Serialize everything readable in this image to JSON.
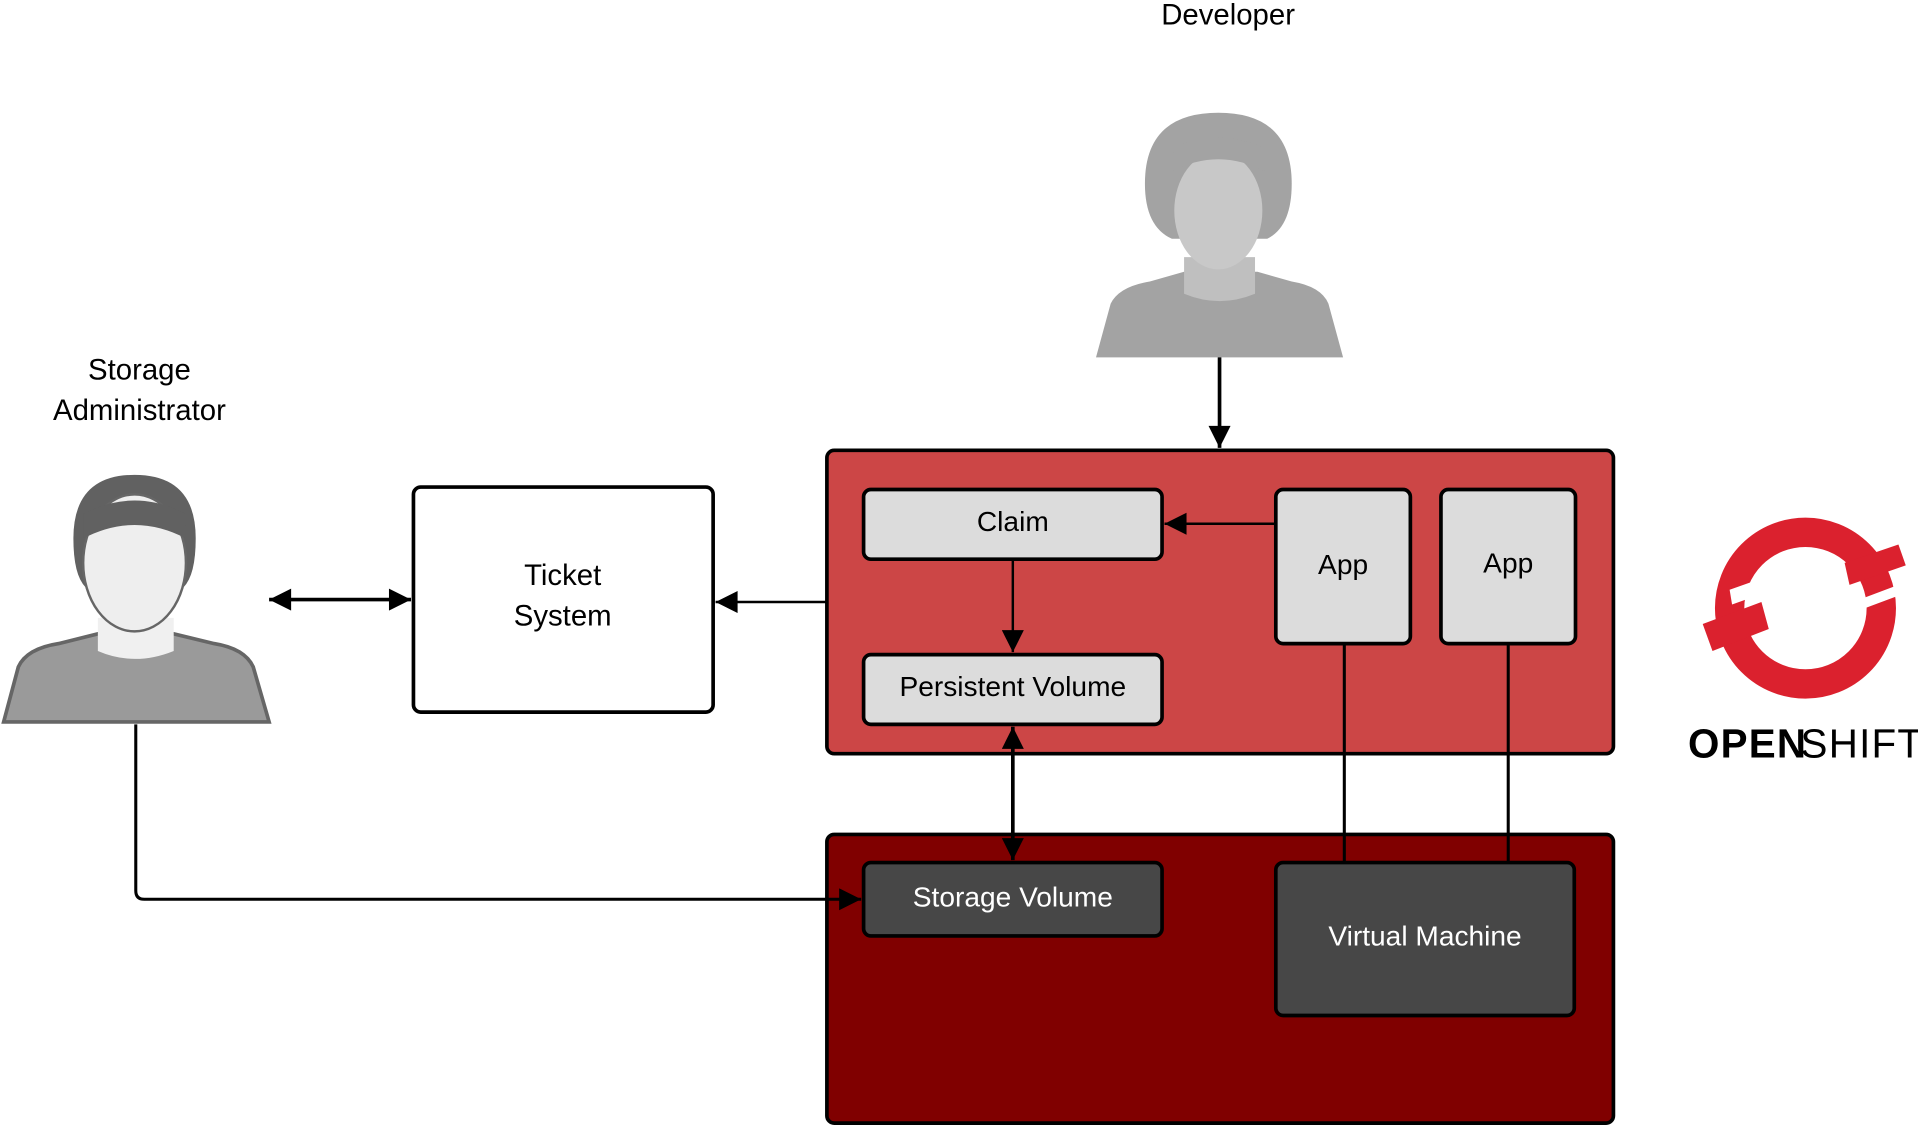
{
  "actors": {
    "developer": "Developer",
    "storage_admin_line1": "Storage",
    "storage_admin_line2": "Administrator"
  },
  "nodes": {
    "ticket_line1": "Ticket",
    "ticket_line2": "System",
    "claim": "Claim",
    "persistent_volume": "Persistent Volume",
    "app1": "App",
    "app2": "App",
    "storage_volume": "Storage Volume",
    "virtual_machine": "Virtual Machine"
  },
  "logo": {
    "text_bold": "OPEN",
    "text_light": "SHIFT"
  },
  "colors": {
    "openshift_box": "#cc4646",
    "infra_box": "#800000",
    "light_box": "#dcdcdc",
    "dark_box": "#474747",
    "logo_red": "#db212e"
  }
}
